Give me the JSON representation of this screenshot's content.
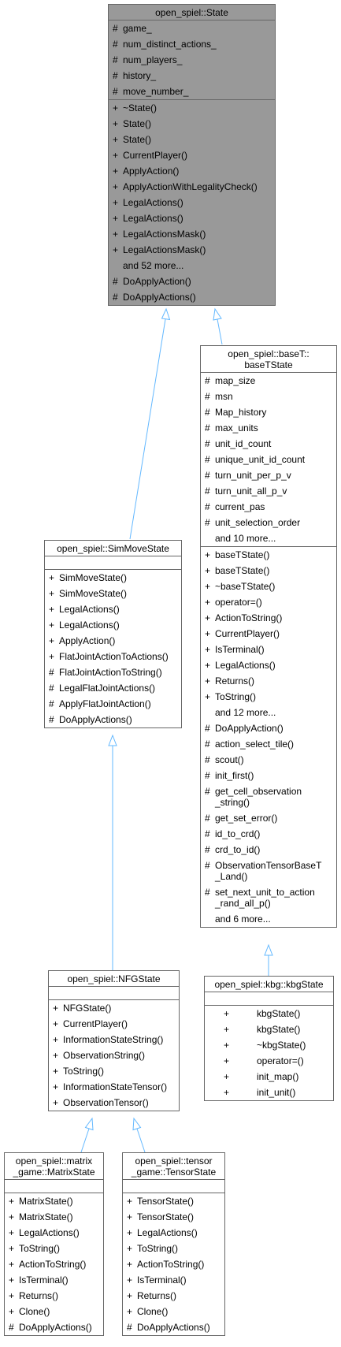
{
  "classes": {
    "state": {
      "title": "open_spiel::State",
      "attributes": [
        {
          "v": "#",
          "t": "game_"
        },
        {
          "v": "#",
          "t": "num_distinct_actions_"
        },
        {
          "v": "#",
          "t": "num_players_"
        },
        {
          "v": "#",
          "t": "history_"
        },
        {
          "v": "#",
          "t": "move_number_"
        }
      ],
      "methods": [
        {
          "v": "+",
          "t": "~State()"
        },
        {
          "v": "+",
          "t": "State()"
        },
        {
          "v": "+",
          "t": "State()"
        },
        {
          "v": "+",
          "t": "CurrentPlayer()"
        },
        {
          "v": "+",
          "t": "ApplyAction()"
        },
        {
          "v": "+",
          "t": "ApplyActionWithLegalityCheck()"
        },
        {
          "v": "+",
          "t": "LegalActions()"
        },
        {
          "v": "+",
          "t": "LegalActions()"
        },
        {
          "v": "+",
          "t": "LegalActionsMask()"
        },
        {
          "v": "+",
          "t": "LegalActionsMask()"
        },
        {
          "v": "",
          "t": "and 52 more..."
        },
        {
          "v": "#",
          "t": "DoApplyAction()"
        },
        {
          "v": "#",
          "t": "DoApplyActions()"
        }
      ]
    },
    "simmove": {
      "title": "open_spiel::SimMoveState",
      "attributes": [],
      "methods": [
        {
          "v": "+",
          "t": "SimMoveState()"
        },
        {
          "v": "+",
          "t": "SimMoveState()"
        },
        {
          "v": "+",
          "t": "LegalActions()"
        },
        {
          "v": "+",
          "t": "LegalActions()"
        },
        {
          "v": "+",
          "t": "ApplyAction()"
        },
        {
          "v": "+",
          "t": "FlatJointActionToActions()"
        },
        {
          "v": "#",
          "t": "FlatJointActionToString()"
        },
        {
          "v": "#",
          "t": "LegalFlatJointActions()"
        },
        {
          "v": "#",
          "t": "ApplyFlatJointAction()"
        },
        {
          "v": "#",
          "t": "DoApplyActions()"
        }
      ]
    },
    "base": {
      "title": "open_spiel::baseT::\nbaseTState",
      "attributes": [
        {
          "v": "#",
          "t": "map_size"
        },
        {
          "v": "#",
          "t": "msn"
        },
        {
          "v": "#",
          "t": "Map_history"
        },
        {
          "v": "#",
          "t": "max_units"
        },
        {
          "v": "#",
          "t": "unit_id_count"
        },
        {
          "v": "#",
          "t": "unique_unit_id_count"
        },
        {
          "v": "#",
          "t": "turn_unit_per_p_v"
        },
        {
          "v": "#",
          "t": "turn_unit_all_p_v"
        },
        {
          "v": "#",
          "t": "current_pas"
        },
        {
          "v": "#",
          "t": "unit_selection_order"
        },
        {
          "v": "",
          "t": "and 10 more..."
        }
      ],
      "methods": [
        {
          "v": "+",
          "t": "baseTState()"
        },
        {
          "v": "+",
          "t": "baseTState()"
        },
        {
          "v": "+",
          "t": "~baseTState()"
        },
        {
          "v": "+",
          "t": "operator=()"
        },
        {
          "v": "+",
          "t": "ActionToString()"
        },
        {
          "v": "+",
          "t": "CurrentPlayer()"
        },
        {
          "v": "+",
          "t": "IsTerminal()"
        },
        {
          "v": "+",
          "t": "LegalActions()"
        },
        {
          "v": "+",
          "t": "Returns()"
        },
        {
          "v": "+",
          "t": "ToString()"
        },
        {
          "v": "",
          "t": "and 12 more..."
        },
        {
          "v": "#",
          "t": "DoApplyAction()"
        },
        {
          "v": "#",
          "t": "action_select_tile()"
        },
        {
          "v": "#",
          "t": "scout()"
        },
        {
          "v": "#",
          "t": "init_first()"
        },
        {
          "v": "#",
          "t": "get_cell_observation\n_string()"
        },
        {
          "v": "#",
          "t": "get_set_error()"
        },
        {
          "v": "#",
          "t": "id_to_crd()"
        },
        {
          "v": "#",
          "t": "crd_to_id()"
        },
        {
          "v": "#",
          "t": "ObservationTensorBaseT\n_Land()"
        },
        {
          "v": "#",
          "t": "set_next_unit_to_action\n_rand_all_p()"
        },
        {
          "v": "",
          "t": "and 6 more..."
        }
      ]
    },
    "nfg": {
      "title": "open_spiel::NFGState",
      "attributes": [],
      "methods": [
        {
          "v": "+",
          "t": "NFGState()"
        },
        {
          "v": "+",
          "t": "CurrentPlayer()"
        },
        {
          "v": "+",
          "t": "InformationStateString()"
        },
        {
          "v": "+",
          "t": "ObservationString()"
        },
        {
          "v": "+",
          "t": "ToString()"
        },
        {
          "v": "+",
          "t": "InformationStateTensor()"
        },
        {
          "v": "+",
          "t": "ObservationTensor()"
        }
      ]
    },
    "kbg": {
      "title": "open_spiel::kbg::kbgState",
      "attributes": [],
      "methods": [
        {
          "v": "+",
          "t": "kbgState()"
        },
        {
          "v": "+",
          "t": "kbgState()"
        },
        {
          "v": "+",
          "t": "~kbgState()"
        },
        {
          "v": "+",
          "t": "operator=()"
        },
        {
          "v": "+",
          "t": "init_map()"
        },
        {
          "v": "+",
          "t": "init_unit()"
        }
      ]
    },
    "matrix": {
      "title": "open_spiel::matrix\n_game::MatrixState",
      "attributes": [],
      "methods": [
        {
          "v": "+",
          "t": "MatrixState()"
        },
        {
          "v": "+",
          "t": "MatrixState()"
        },
        {
          "v": "+",
          "t": "LegalActions()"
        },
        {
          "v": "+",
          "t": "ToString()"
        },
        {
          "v": "+",
          "t": "ActionToString()"
        },
        {
          "v": "+",
          "t": "IsTerminal()"
        },
        {
          "v": "+",
          "t": "Returns()"
        },
        {
          "v": "+",
          "t": "Clone()"
        },
        {
          "v": "#",
          "t": "DoApplyActions()"
        }
      ]
    },
    "tensor": {
      "title": "open_spiel::tensor\n_game::TensorState",
      "attributes": [],
      "methods": [
        {
          "v": "+",
          "t": "TensorState()"
        },
        {
          "v": "+",
          "t": "TensorState()"
        },
        {
          "v": "+",
          "t": "LegalActions()"
        },
        {
          "v": "+",
          "t": "ToString()"
        },
        {
          "v": "+",
          "t": "ActionToString()"
        },
        {
          "v": "+",
          "t": "IsTerminal()"
        },
        {
          "v": "+",
          "t": "Returns()"
        },
        {
          "v": "+",
          "t": "Clone()"
        },
        {
          "v": "#",
          "t": "DoApplyActions()"
        }
      ]
    }
  },
  "colors": {
    "edge": "#63b8ff",
    "border": "#666666",
    "highlight": "#999999"
  }
}
